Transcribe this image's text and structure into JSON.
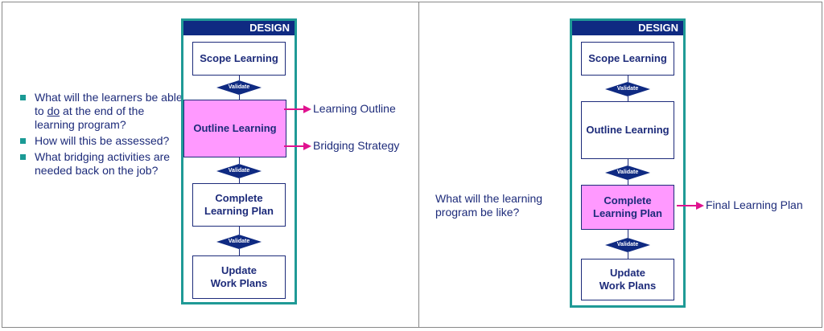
{
  "left": {
    "header": "DESIGN",
    "steps": [
      "Scope Learning",
      "Outline Learning",
      "Complete\nLearning Plan",
      "Update\nWork Plans"
    ],
    "validate": [
      "Validate",
      "Validate",
      "Validate"
    ],
    "bullets": [
      {
        "pre": "What will the learners be able to ",
        "u": "do",
        "post": " at the end of the learning program?"
      },
      {
        "pre": "How will this be assessed?",
        "u": "",
        "post": ""
      },
      {
        "pre": "What bridging activities are needed back on the job?",
        "u": "",
        "post": ""
      }
    ],
    "outputs": [
      "Learning Outline",
      "Bridging Strategy"
    ]
  },
  "right": {
    "header": "DESIGN",
    "steps": [
      "Scope Learning",
      "Outline Learning",
      "Complete\nLearning Plan",
      "Update\nWork Plans"
    ],
    "validate": [
      "Validate",
      "Validate",
      "Validate"
    ],
    "question": "What will the learning program be like?",
    "outputs": [
      "Final Learning Plan"
    ]
  },
  "colors": {
    "navy": "#0f2a82",
    "teal": "#1f9a96",
    "magenta": "#e0128f",
    "highlight": "#ff99ff",
    "text": "#1d2b7a"
  }
}
